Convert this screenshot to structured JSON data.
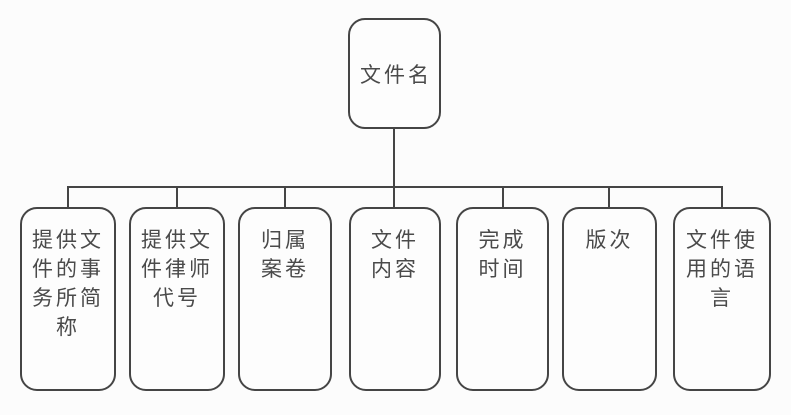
{
  "diagram": {
    "type": "tree",
    "colors": {
      "line": "#454545",
      "text": "#4a4a4a",
      "background": "#fcfcfc"
    },
    "root": {
      "label": "文件名"
    },
    "children": [
      {
        "label": "提供文件的事务所简称",
        "display": "提供文\n件的事\n务所简\n称"
      },
      {
        "label": "提供文件律师代号",
        "display": "提供文\n件律师\n代号"
      },
      {
        "label": "归属案卷",
        "display": "归属\n案卷"
      },
      {
        "label": "文件内容",
        "display": "文件\n内容"
      },
      {
        "label": "完成时间",
        "display": "完成\n时间"
      },
      {
        "label": "版次",
        "display": "版次"
      },
      {
        "label": "文件使用的语言",
        "display": "文件使\n用的语\n言"
      }
    ]
  }
}
